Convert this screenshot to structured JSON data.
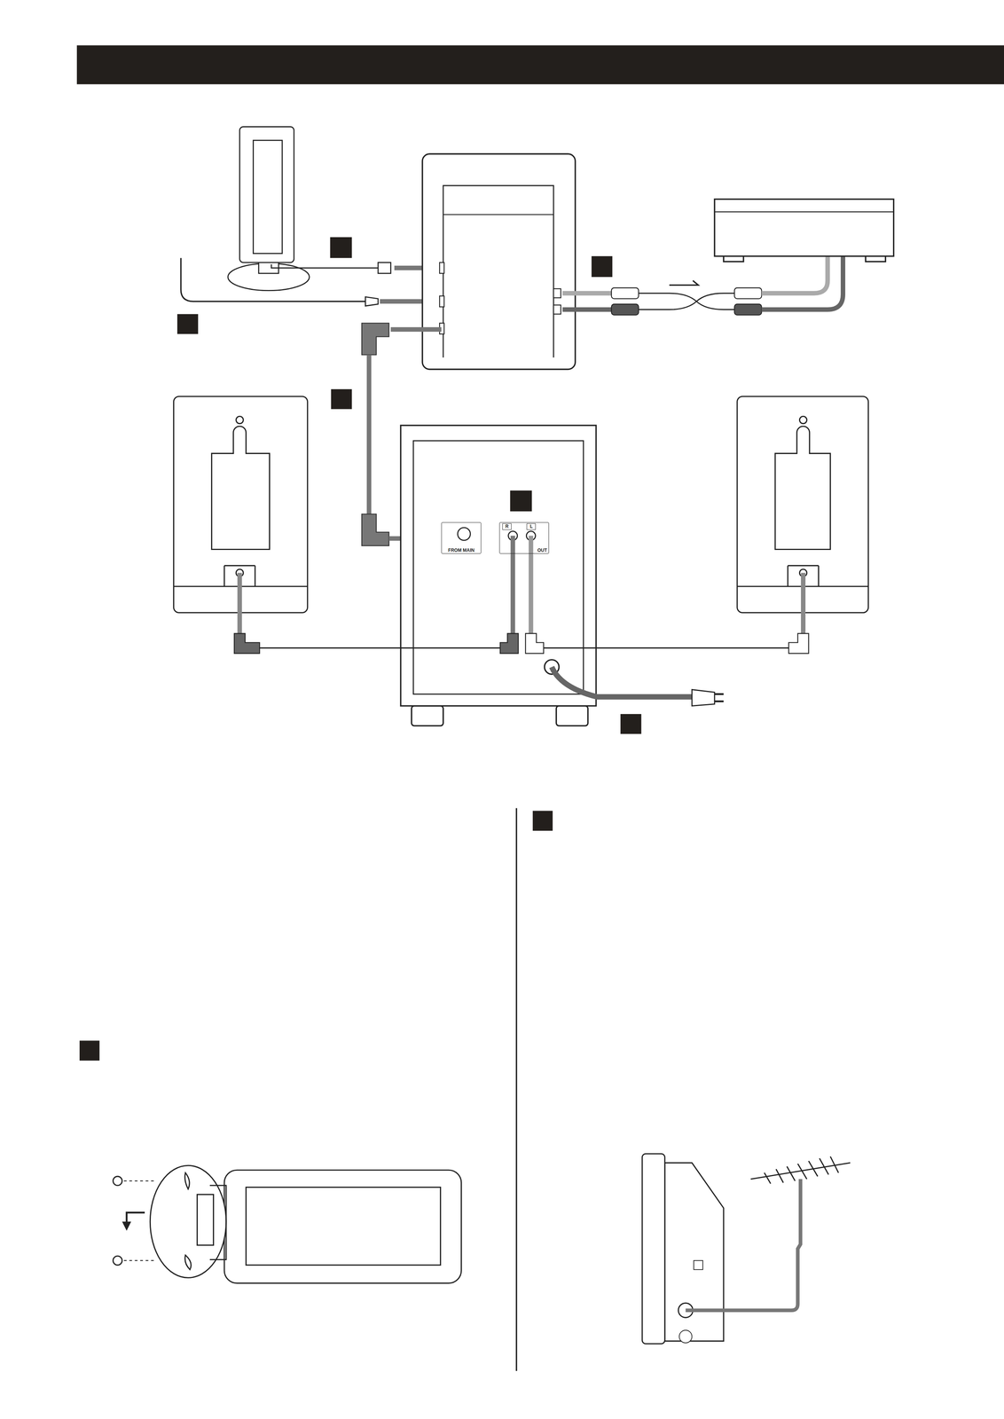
{
  "diagram": {
    "nodes": [
      {
        "text": [
          "FROM MAIN"
        ]
      },
      {
        "text": [
          "OUT"
        ]
      },
      {
        "text": [
          "R"
        ],
        "in": 1
      },
      {
        "text": [
          "L"
        ],
        "in": 1
      }
    ]
  }
}
